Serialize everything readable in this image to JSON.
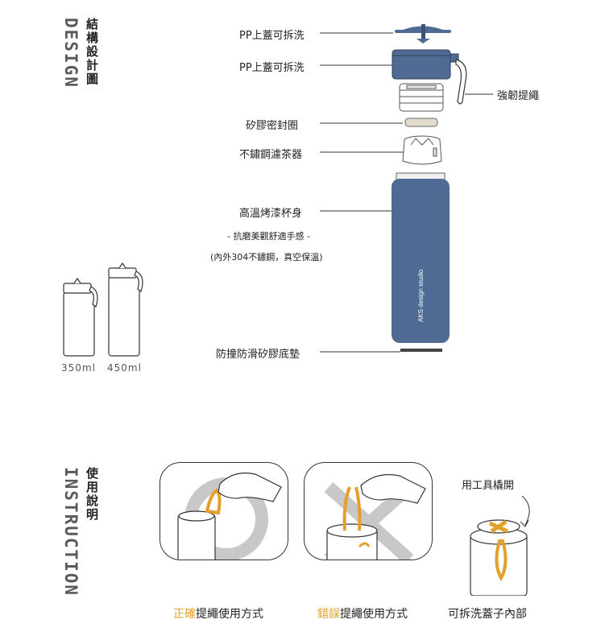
{
  "design": {
    "title_en": "DESIGN",
    "title_zh": "結構設計圖",
    "parts": {
      "lid_top": "PP上蓋可拆洗",
      "lid": "PP上蓋可拆洗",
      "strap": "強韌提繩",
      "seal": "矽膠密封圈",
      "filter": "不鏽鋼濾茶器",
      "body": "高溫烤漆杯身",
      "body_note1": "- 抗磨美觀舒適手感 -",
      "body_note2": "(內外304不鏽鋼，真空保溫)",
      "base": "防撞防滑矽膠底墊"
    },
    "bottle_brand": "AKS design studio",
    "sizes": [
      "350ml",
      "450ml"
    ]
  },
  "instruction": {
    "title_en": "INSTRUCTION",
    "title_zh": "使用說明",
    "tool_label": "用工具橇開",
    "captions": [
      {
        "highlight": "正確",
        "rest": "提繩使用方式"
      },
      {
        "highlight": "錯誤",
        "rest": "提繩使用方式"
      },
      {
        "highlight": "",
        "rest": "可拆洗蓋子內部"
      }
    ]
  },
  "colors": {
    "bottle_blue": "#4f6b93",
    "accent_orange": "#e3a02a",
    "mark_gray": "#c8c8c8"
  }
}
